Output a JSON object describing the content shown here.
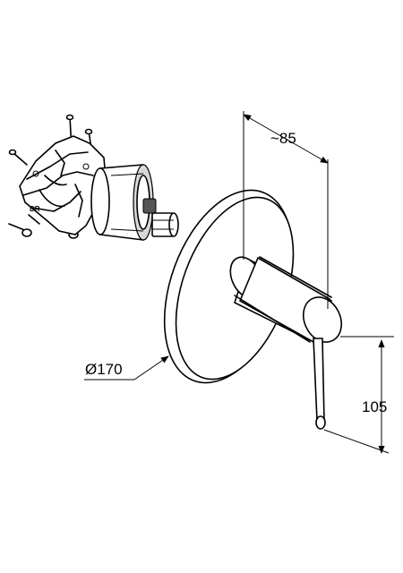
{
  "dimensions": {
    "depth_label": "~85",
    "diameter_label": "Ø170",
    "lever_height_label": "105"
  },
  "body_marking": "DR"
}
